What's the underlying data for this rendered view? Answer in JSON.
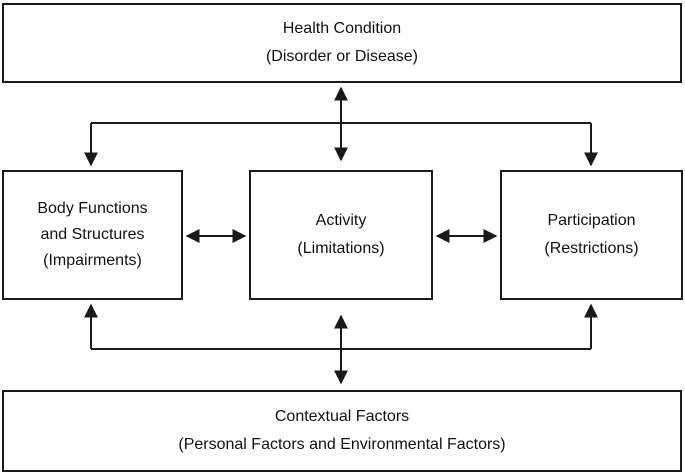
{
  "diagram": {
    "health_condition": {
      "line1": "Health Condition",
      "line2": "(Disorder or Disease)"
    },
    "body_functions": {
      "line1": "Body Functions",
      "line2": "and Structures",
      "line3": "(Impairments)"
    },
    "activity": {
      "line1": "Activity",
      "line2": "(Limitations)"
    },
    "participation": {
      "line1": "Participation",
      "line2": "(Restrictions)"
    },
    "contextual_factors": {
      "line1": "Contextual Factors",
      "line2": "(Personal Factors and Environmental Factors)"
    }
  }
}
